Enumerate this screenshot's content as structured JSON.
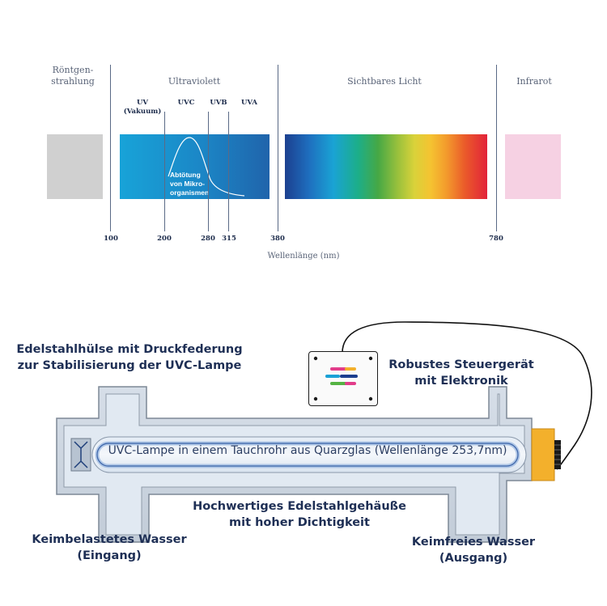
{
  "spectrum": {
    "regions": {
      "xray": "Röntgen-\nstrahlung",
      "uv": "Ultraviolett",
      "visible": "Sichtbares Licht",
      "ir": "Infrarot"
    },
    "uv_bands": {
      "vacuum": "UV\n(Vakuum)",
      "uvc": "UVC",
      "uvb": "UVB",
      "uva": "UVA"
    },
    "curve_label": "Abtötung\nvon Mikro-\norganismen",
    "ticks": [
      "100",
      "200",
      "280",
      "315",
      "380",
      "780"
    ],
    "axis_label": "Wellenlänge (nm)",
    "colors": {
      "xray": "#d0d0d0",
      "uv_start": "#1a9ad2",
      "uv_end": "#1f63a8",
      "ir": "#f6d1e3"
    }
  },
  "device": {
    "sleeve_label": "Edelstahlhülse mit Druckfederung\nzur Stabilisierung der UVC-Lampe",
    "controller_label": "Robustes Steuergerät\nmit Elektronik",
    "lamp_label": "UVC-Lampe in einem Tauchrohr aus Quarzglas (Wellenlänge 253,7nm)",
    "housing_label": "Hochwertiges Edelstahlgehäuße\nmit hoher Dichtigkeit",
    "inlet_label": "Keimbelastetes Wasser\n(Eingang)",
    "outlet_label": "Keimfreies Wasser\n(Ausgang)",
    "colors": {
      "housing": "#c9d3de",
      "housing_border": "#7d8896",
      "water": "#dfe8f1",
      "lamp_glow": "#9ab8e0",
      "endcap": "#f3b02c"
    }
  }
}
